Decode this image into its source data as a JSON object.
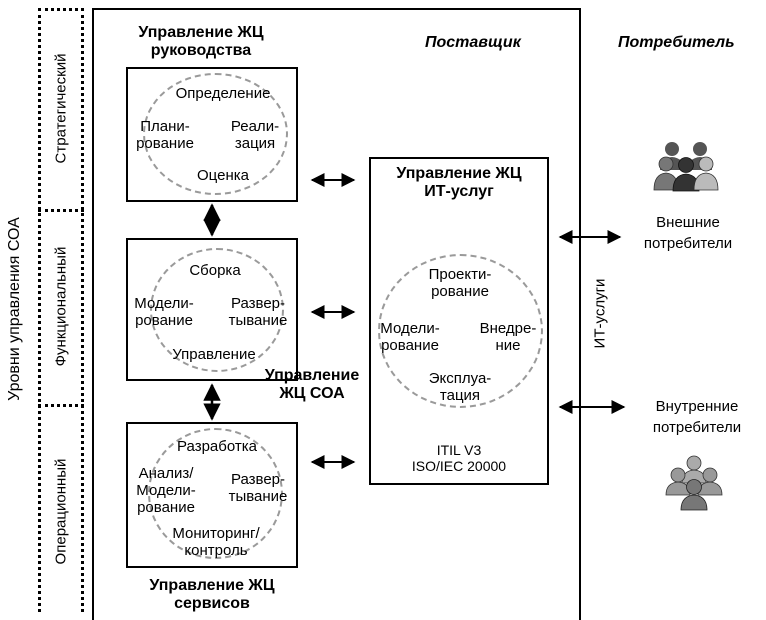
{
  "levels": {
    "axis_label": "Уровни управления СОА",
    "strategic": "Стратегический",
    "functional": "Функциональный",
    "operational": "Операционный"
  },
  "headers": {
    "supplier": "Поставщик",
    "consumer": "Потребитель"
  },
  "gov_lc": {
    "title1": "Управление ЖЦ",
    "title2": "руководства",
    "top": "Определение",
    "left1": "Плани-",
    "left2": "рование",
    "right1": "Реали-",
    "right2": "зация",
    "bottom": "Оценка"
  },
  "soa_lc": {
    "title1": "Управление",
    "title2": "ЖЦ СОА",
    "top": "Сборка",
    "left1": "Модели-",
    "left2": "рование",
    "right1": "Развер-",
    "right2": "тывание",
    "bottom": "Управление"
  },
  "svc_lc": {
    "title1": "Управление ЖЦ",
    "title2": "сервисов",
    "top": "Разработка",
    "left1": "Анализ/",
    "left2": "Модели-",
    "left3": "рование",
    "right1": "Развер-",
    "right2": "тывание",
    "bottom1": "Мониторинг/",
    "bottom2": "контроль"
  },
  "it_lc": {
    "title1": "Управление ЖЦ",
    "title2": "ИТ-услуг",
    "top1": "Проекти-",
    "top2": "рование",
    "left1": "Модели-",
    "left2": "рование",
    "right1": "Внедре-",
    "right2": "ние",
    "bottom1": "Эксплуа-",
    "bottom2": "тация",
    "std1": "ITIL V3",
    "std2": "ISO/IEC 20000"
  },
  "it_services_label": "ИТ-услуги",
  "consumers": {
    "external1": "Внешние",
    "external2": "потребители",
    "internal1": "Внутренние",
    "internal2": "потребители"
  },
  "icons": {
    "people_external": "people-group-icon",
    "people_internal": "people-group-icon"
  },
  "colors": {
    "dash_circle": "#9a9a9a",
    "person_dark": "#555555",
    "person_light": "#bbbbbb"
  }
}
